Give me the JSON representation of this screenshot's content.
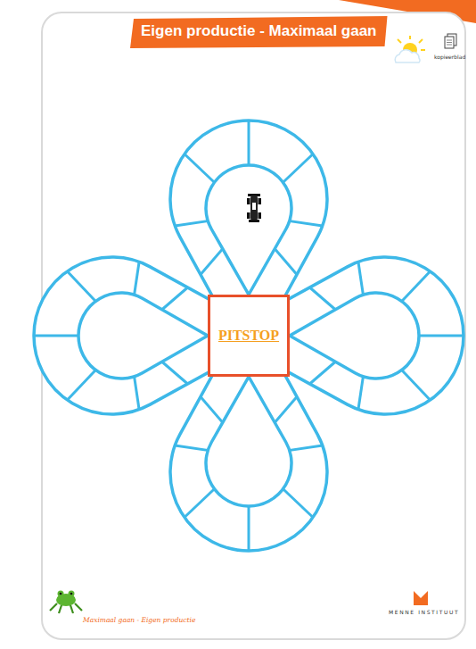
{
  "diagram": {
    "title": "Eigen productie - Maximaal gaan",
    "nodes": [
      {
        "text": [
          "PITSTOP"
        ]
      }
    ],
    "labels": [
      "kopieerblad",
      "Maximaal gaan - Eigen productie",
      "MENNE INSTITUUT"
    ]
  }
}
